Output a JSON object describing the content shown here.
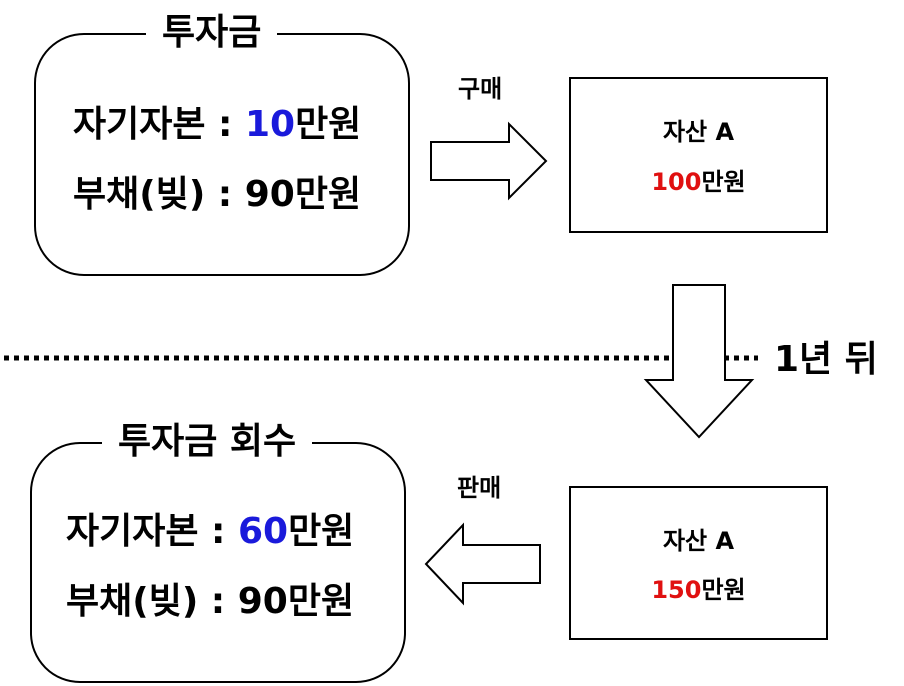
{
  "investment": {
    "title": "투자금",
    "equity_label": "자기자본 : ",
    "equity_value": "10",
    "equity_unit": "만원",
    "debt_label": "부채(빚) : ",
    "debt_value": "90",
    "debt_unit": "만원"
  },
  "buy": {
    "label": "구매"
  },
  "asset_before": {
    "name": "자산 A",
    "price_value": "100",
    "price_unit": "만원"
  },
  "timeline": {
    "label": "1년 뒤"
  },
  "sell": {
    "label": "판매"
  },
  "asset_after": {
    "name": "자산 A",
    "price_value": "150",
    "price_unit": "만원"
  },
  "recovery": {
    "title": "투자금 회수",
    "equity_label": "자기자본 : ",
    "equity_value": "60",
    "equity_unit": "만원",
    "debt_label": "부채(빚) : ",
    "debt_value": "90",
    "debt_unit": "만원"
  },
  "colors": {
    "equity_highlight": "#1a1adb",
    "price_highlight": "#e01010",
    "line": "#000000",
    "background": "#ffffff"
  }
}
